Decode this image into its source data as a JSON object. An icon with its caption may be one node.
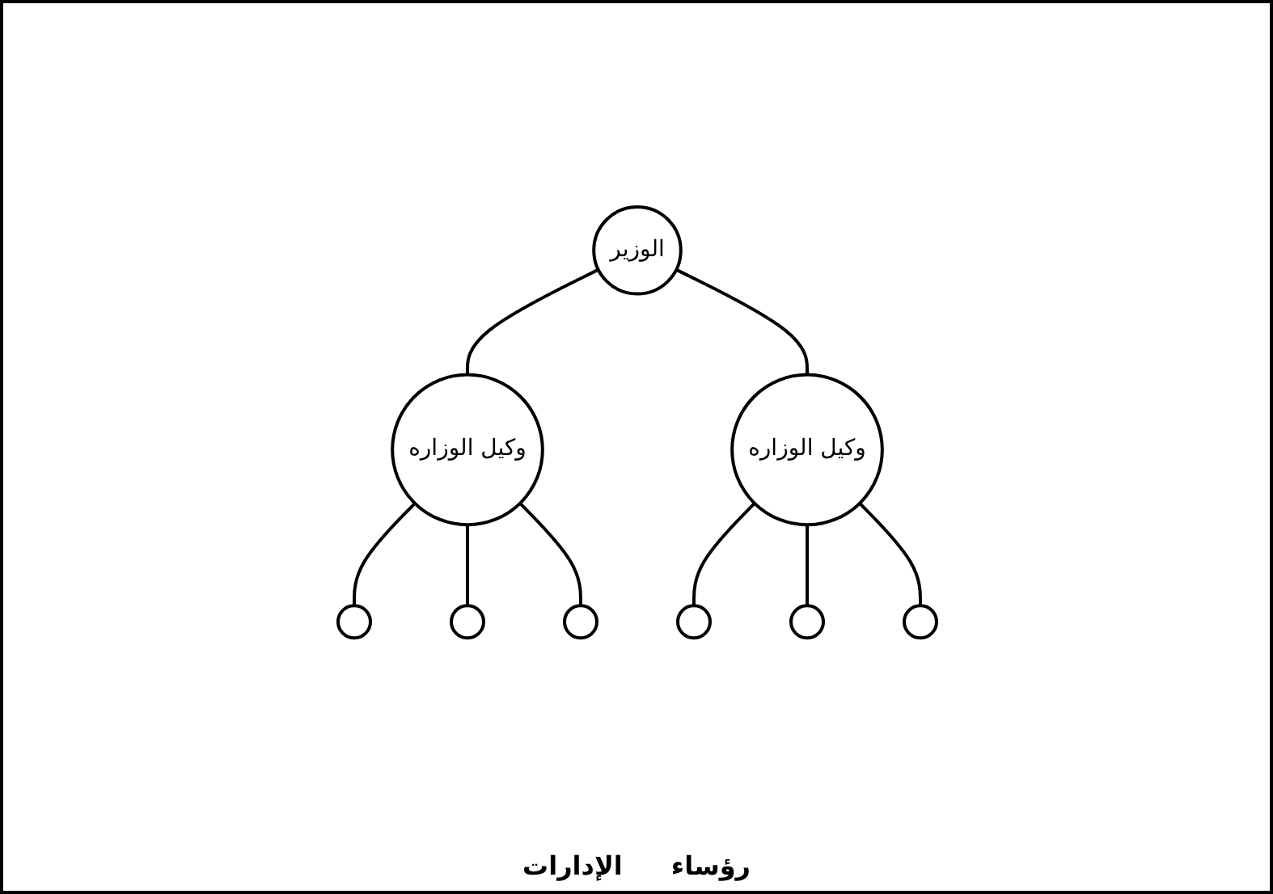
{
  "diagram": {
    "nodes": [
      {
        "text": [
          "الوزير"
        ]
      },
      {
        "text": [
          "وكيل الوزاره"
        ]
      },
      {
        "text": [
          "وكيل الوزاره"
        ]
      },
      {
        "text": [],
        "shape": "circle"
      },
      {
        "text": [],
        "shape": "circle"
      },
      {
        "text": [],
        "shape": "circle"
      },
      {
        "text": [],
        "shape": "circle"
      },
      {
        "text": [],
        "shape": "circle"
      },
      {
        "text": [],
        "shape": "circle"
      }
    ],
    "edges": [
      {
        "from": 0,
        "to": 1,
        "arrow": "none"
      },
      {
        "from": 0,
        "to": 2,
        "arrow": "none"
      },
      {
        "from": 1,
        "to": 3,
        "arrow": "none"
      },
      {
        "from": 1,
        "to": 4,
        "arrow": "none"
      },
      {
        "from": 1,
        "to": 5,
        "arrow": "none"
      },
      {
        "from": 2,
        "to": 6,
        "arrow": "none"
      },
      {
        "from": 2,
        "to": 7,
        "arrow": "none"
      },
      {
        "from": 2,
        "to": 8,
        "arrow": "none"
      }
    ],
    "labels": [
      "رؤساء",
      "الإدارات"
    ]
  }
}
